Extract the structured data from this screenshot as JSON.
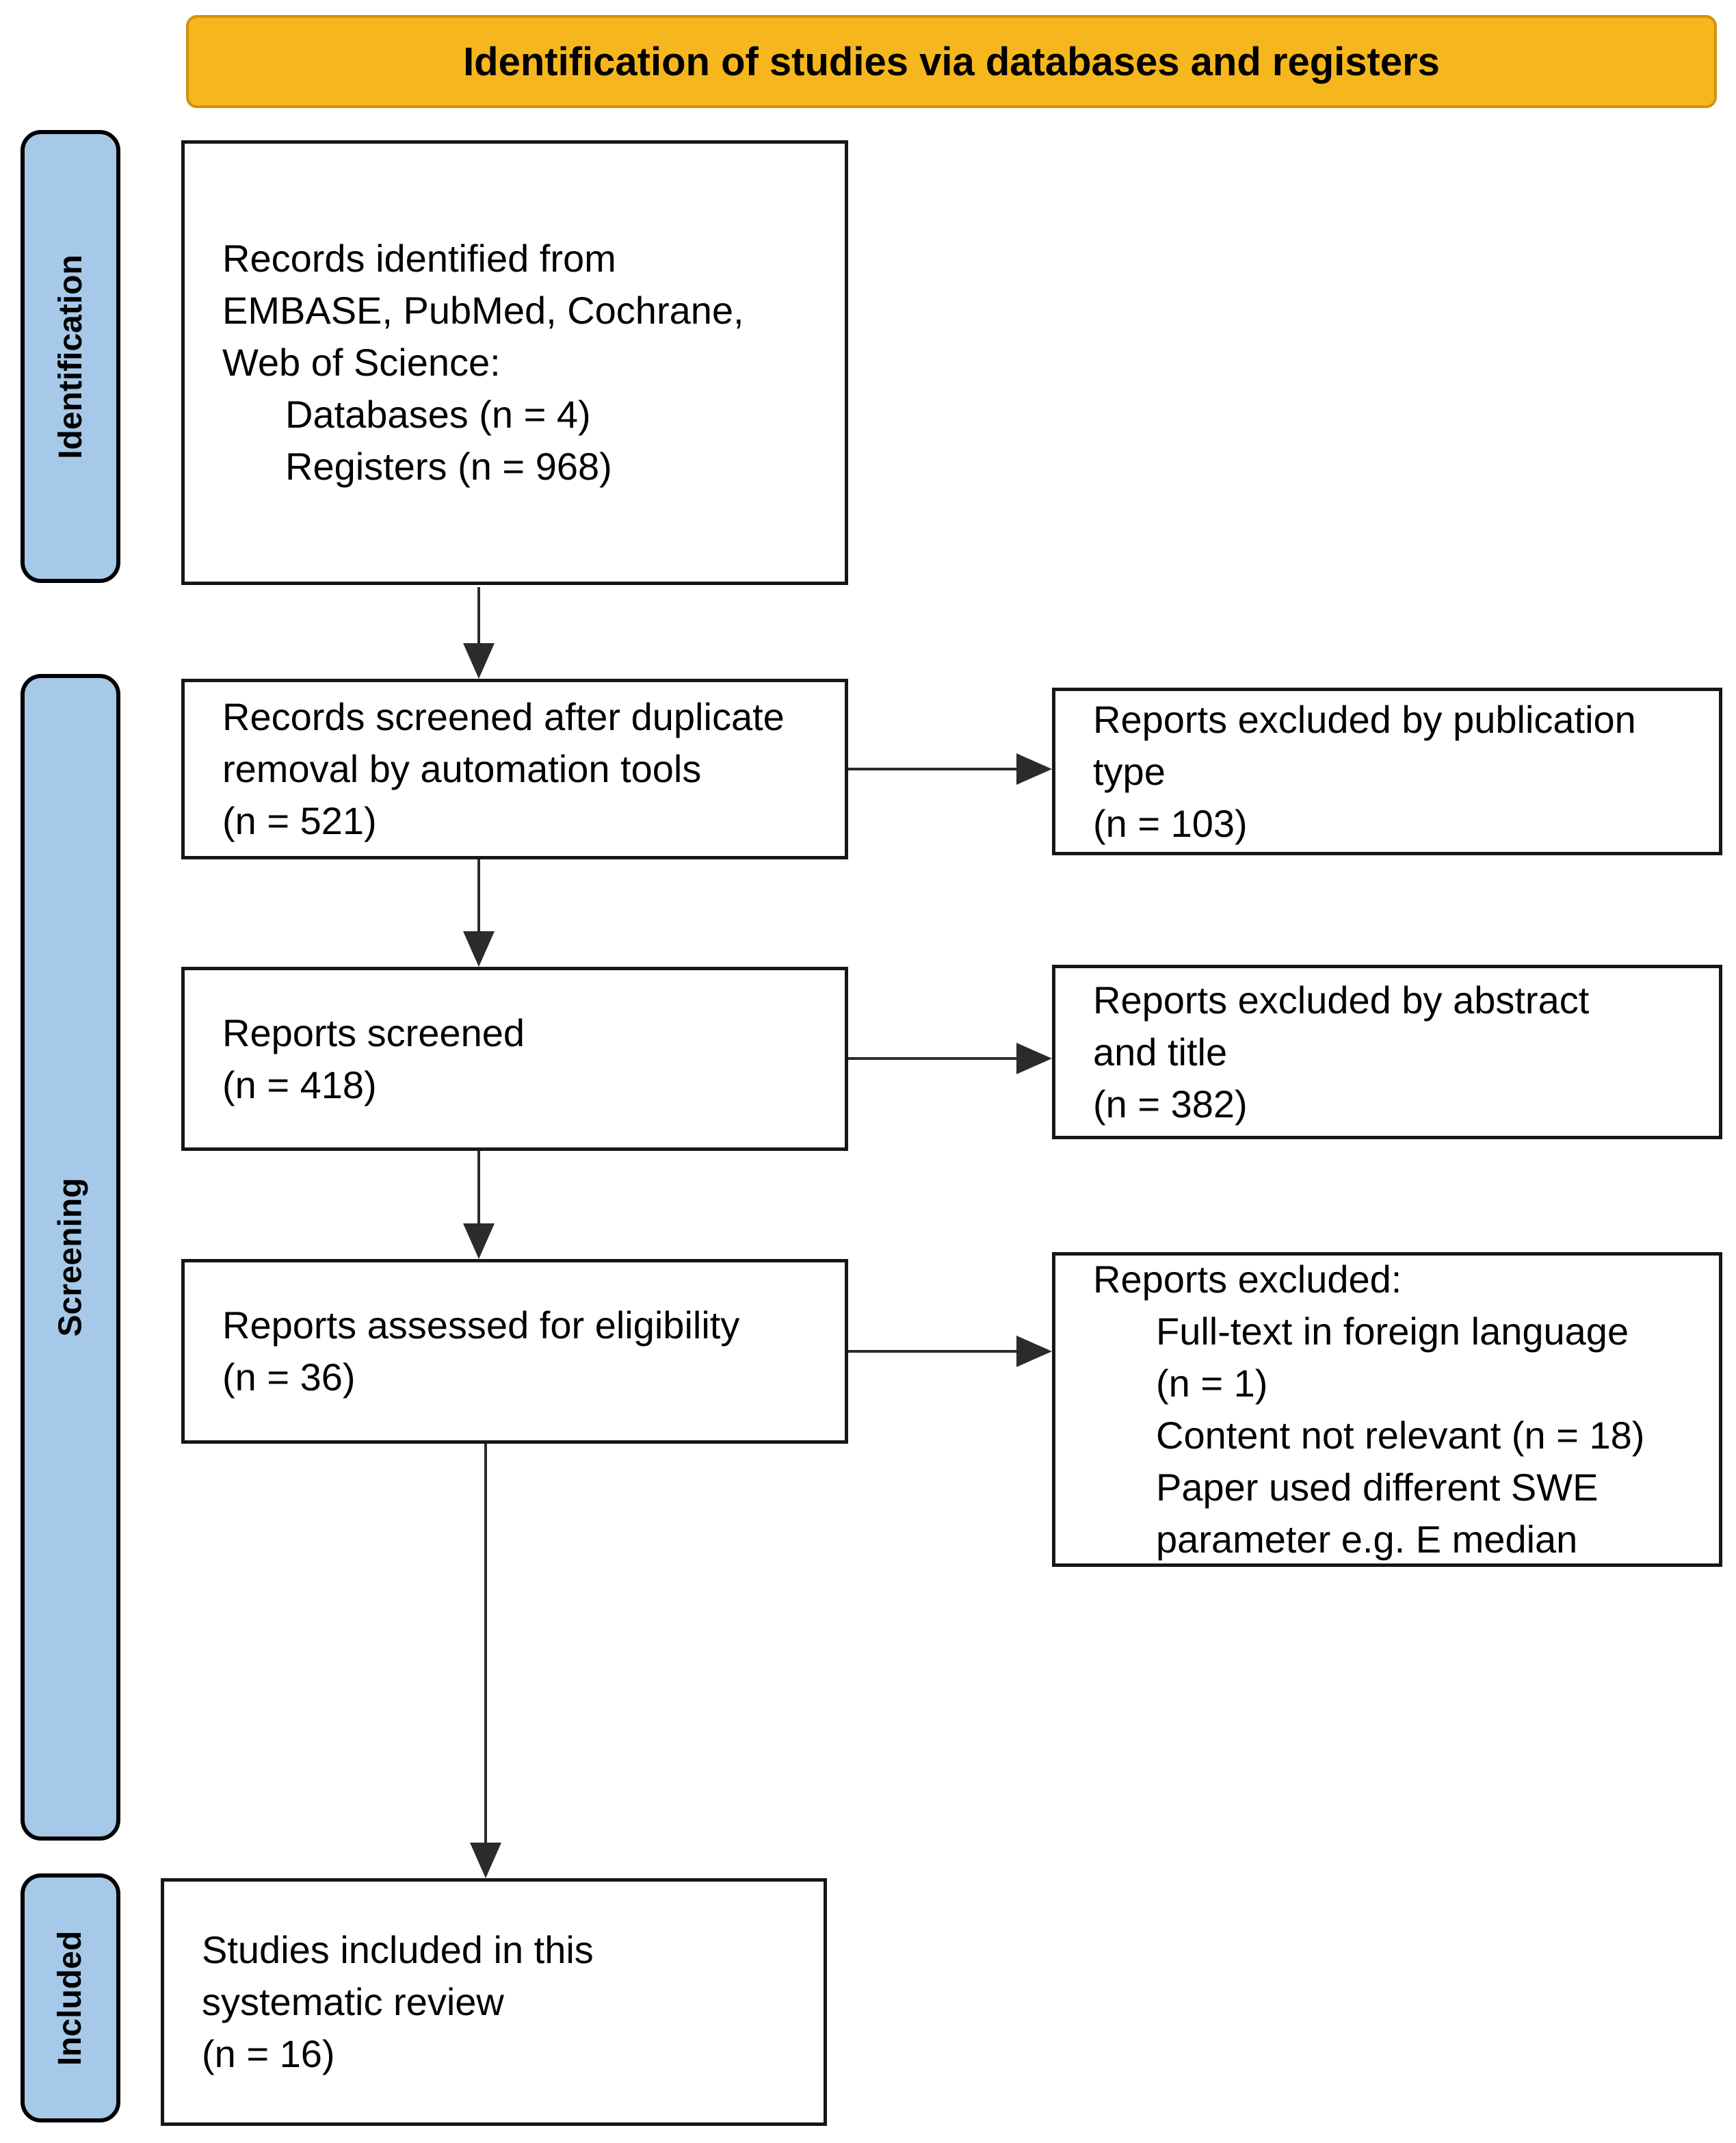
{
  "header": {
    "title": "Identification of studies via databases and registers"
  },
  "stages": [
    {
      "id": "identification",
      "label": "Identification"
    },
    {
      "id": "screening",
      "label": "Screening"
    },
    {
      "id": "included",
      "label": "Included"
    }
  ],
  "boxes": {
    "records_identified": {
      "lines": [
        "Records identified from",
        "EMBASE, PubMed, Cochrane,",
        "Web of Science:",
        "Databases (n = 4)",
        "Registers (n = 968)"
      ]
    },
    "records_screened": {
      "lines": [
        "Records screened after duplicate",
        "removal by automation tools",
        "(n = 521)"
      ]
    },
    "reports_screened": {
      "lines": [
        "Reports screened",
        "(n = 418)"
      ]
    },
    "reports_assessed": {
      "lines": [
        "Reports assessed for eligibility",
        "(n = 36)"
      ]
    },
    "studies_included": {
      "lines": [
        "Studies included in this",
        "systematic review",
        "(n = 16)"
      ]
    },
    "excluded_publication": {
      "lines": [
        "Reports excluded by publication",
        "type",
        "(n = 103)"
      ]
    },
    "excluded_abstract": {
      "lines": [
        "Reports excluded by abstract",
        "and title",
        "(n = 382)"
      ]
    },
    "excluded_eligibility": {
      "lines": [
        "Reports excluded:",
        "Full-text in foreign language",
        "(n = 1)",
        "Content not relevant (n = 18)",
        "Paper used different SWE",
        "parameter e.g. E median"
      ]
    }
  },
  "colors": {
    "header_fill": "#F6B61D",
    "header_border": "#D0940B",
    "stage_fill": "#A6C9E9",
    "box_border": "#161616",
    "arrow": "#2B2B2B",
    "text": "#000000"
  }
}
